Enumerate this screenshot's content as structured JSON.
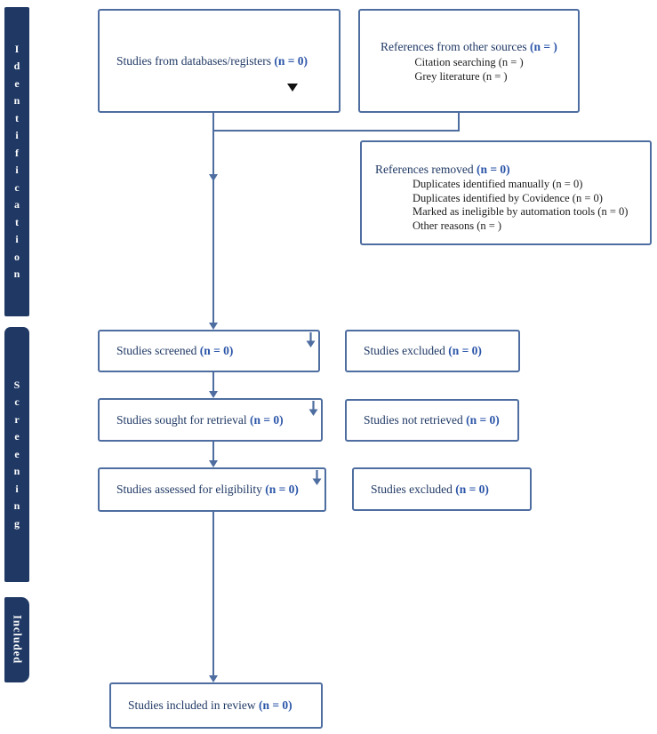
{
  "colors": {
    "sidebar_bg": "#1f3864",
    "box_border": "#4e6da0",
    "text_navy": "#1f3864",
    "n_value_blue": "#2b55a8",
    "sub_text_black": "#1b1b1b",
    "arrow": "#4e6da0"
  },
  "sidebar": {
    "identification": {
      "label": "Identification"
    },
    "screening": {
      "label": "Screening"
    },
    "included": {
      "label": "Included"
    }
  },
  "boxes": {
    "databases": {
      "text": "Studies from databases/registers",
      "n": "(n = 0)"
    },
    "other_sources": {
      "text": "References from other sources",
      "n": "(n = )",
      "sub1": "Citation searching (n = )",
      "sub2": "Grey literature (n = )"
    },
    "references_removed": {
      "text": "References removed",
      "n": "(n = 0)",
      "sub1": "Duplicates identified manually (n = 0)",
      "sub2": "Duplicates identified by Covidence (n = 0)",
      "sub3": "Marked as ineligible by automation tools (n = 0)",
      "sub4": "Other reasons (n = )"
    },
    "screened": {
      "text": "Studies screened",
      "n": "(n = 0)"
    },
    "excluded_screen": {
      "text": "Studies excluded",
      "n": "(n = 0)"
    },
    "sought": {
      "text": "Studies sought for retrieval",
      "n": "(n = 0)"
    },
    "not_retrieved": {
      "text": "Studies not retrieved",
      "n": "(n = 0)"
    },
    "assessed": {
      "text": "Studies assessed for eligibility",
      "n": "(n = 0)"
    },
    "excluded_eligibility": {
      "text": "Studies excluded",
      "n": "(n = 0)"
    },
    "included": {
      "text": "Studies included in review",
      "n": "(n = 0)"
    }
  }
}
